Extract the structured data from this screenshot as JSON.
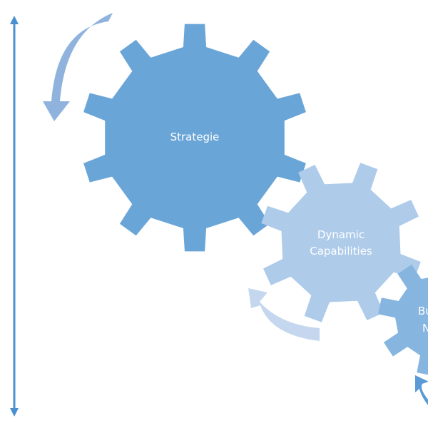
{
  "gears": [
    {
      "id": "strategie",
      "lines": [
        "Strategie"
      ],
      "color": "#6aa5d8"
    },
    {
      "id": "dynamic-capabilities",
      "lines": [
        "Dynamic",
        "Capabilities"
      ],
      "color": "#aecbea"
    },
    {
      "id": "business-model",
      "lines": [
        "Bu",
        "N"
      ],
      "color": "#86b5e0"
    }
  ],
  "arrows": {
    "vertical_axis_color": "#4a90d0",
    "top_left_color": "#8fb3dd",
    "middle_color": "#c5d7ee",
    "bottom_right_color": "#5b9bd5"
  }
}
